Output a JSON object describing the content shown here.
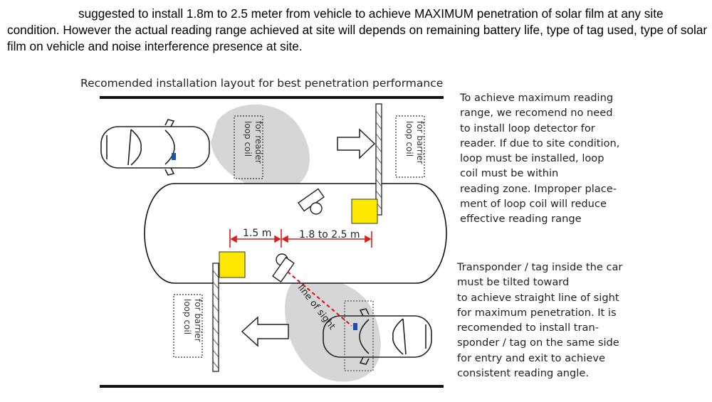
{
  "intro_text": "suggested to install 1.8m to 2.5 meter from vehicle to achieve MAXIMUM penetration of solar film at any site condition.  However the actual reading range achieved at site will depends on remaining battery life, type of tag used, type of solar film on vehicle and noise interference presence at site.",
  "diagram": {
    "title": "Recomended installation layout for best penetration performance",
    "loop_coil_reader": [
      "loop coil",
      "for reader"
    ],
    "loop_coil_barrier_top": [
      "loop coil",
      "for barrier"
    ],
    "loop_coil_barrier_bottom": [
      "loop coil",
      "for barrier"
    ],
    "dist_short": "1.5 m",
    "dist_long": "1.8 to 2.5 m",
    "line_of_sight": "line of sight"
  },
  "side_note_1": [
    "To achieve maximum reading",
    "range, we recomend no need",
    "to install loop detector for",
    "reader. If due to site condition,",
    "loop must be installed, loop",
    "coil must be within",
    "reading zone. Improper place-",
    "ment of loop coil will reduce",
    "effective reading range"
  ],
  "side_note_2": [
    "Transponder / tag inside the car",
    "must be tilted toward",
    "to achieve straight line of sight",
    "for maximum penetration. It is",
    "recomended to install tran-",
    "sponder / tag on the same side",
    "for entry and exit to achieve",
    "consistent reading angle."
  ],
  "colors": {
    "zone": "#d6d6d6",
    "booth": "#ffe800",
    "sightline": "#e01b1b",
    "dimension": "#d9201e",
    "tag": "#1f4fb3"
  }
}
